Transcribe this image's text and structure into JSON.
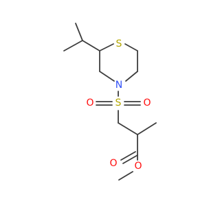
{
  "molecule": {
    "atoms": {
      "sulfur_ring": {
        "label": "S",
        "color": "#b3a600"
      },
      "nitrogen": {
        "label": "N",
        "color": "#3050f8"
      },
      "sulfonyl_s": {
        "label": "S",
        "color": "#b3a600"
      },
      "sulfonyl_o_left": {
        "label": "O",
        "color": "#ff0d0d"
      },
      "sulfonyl_o_right": {
        "label": "O",
        "color": "#ff0d0d"
      },
      "carbonyl_o": {
        "label": "O",
        "color": "#ff0d0d"
      },
      "ester_o": {
        "label": "O",
        "color": "#ff0d0d"
      }
    },
    "bond_color": "#3d3d3d"
  }
}
